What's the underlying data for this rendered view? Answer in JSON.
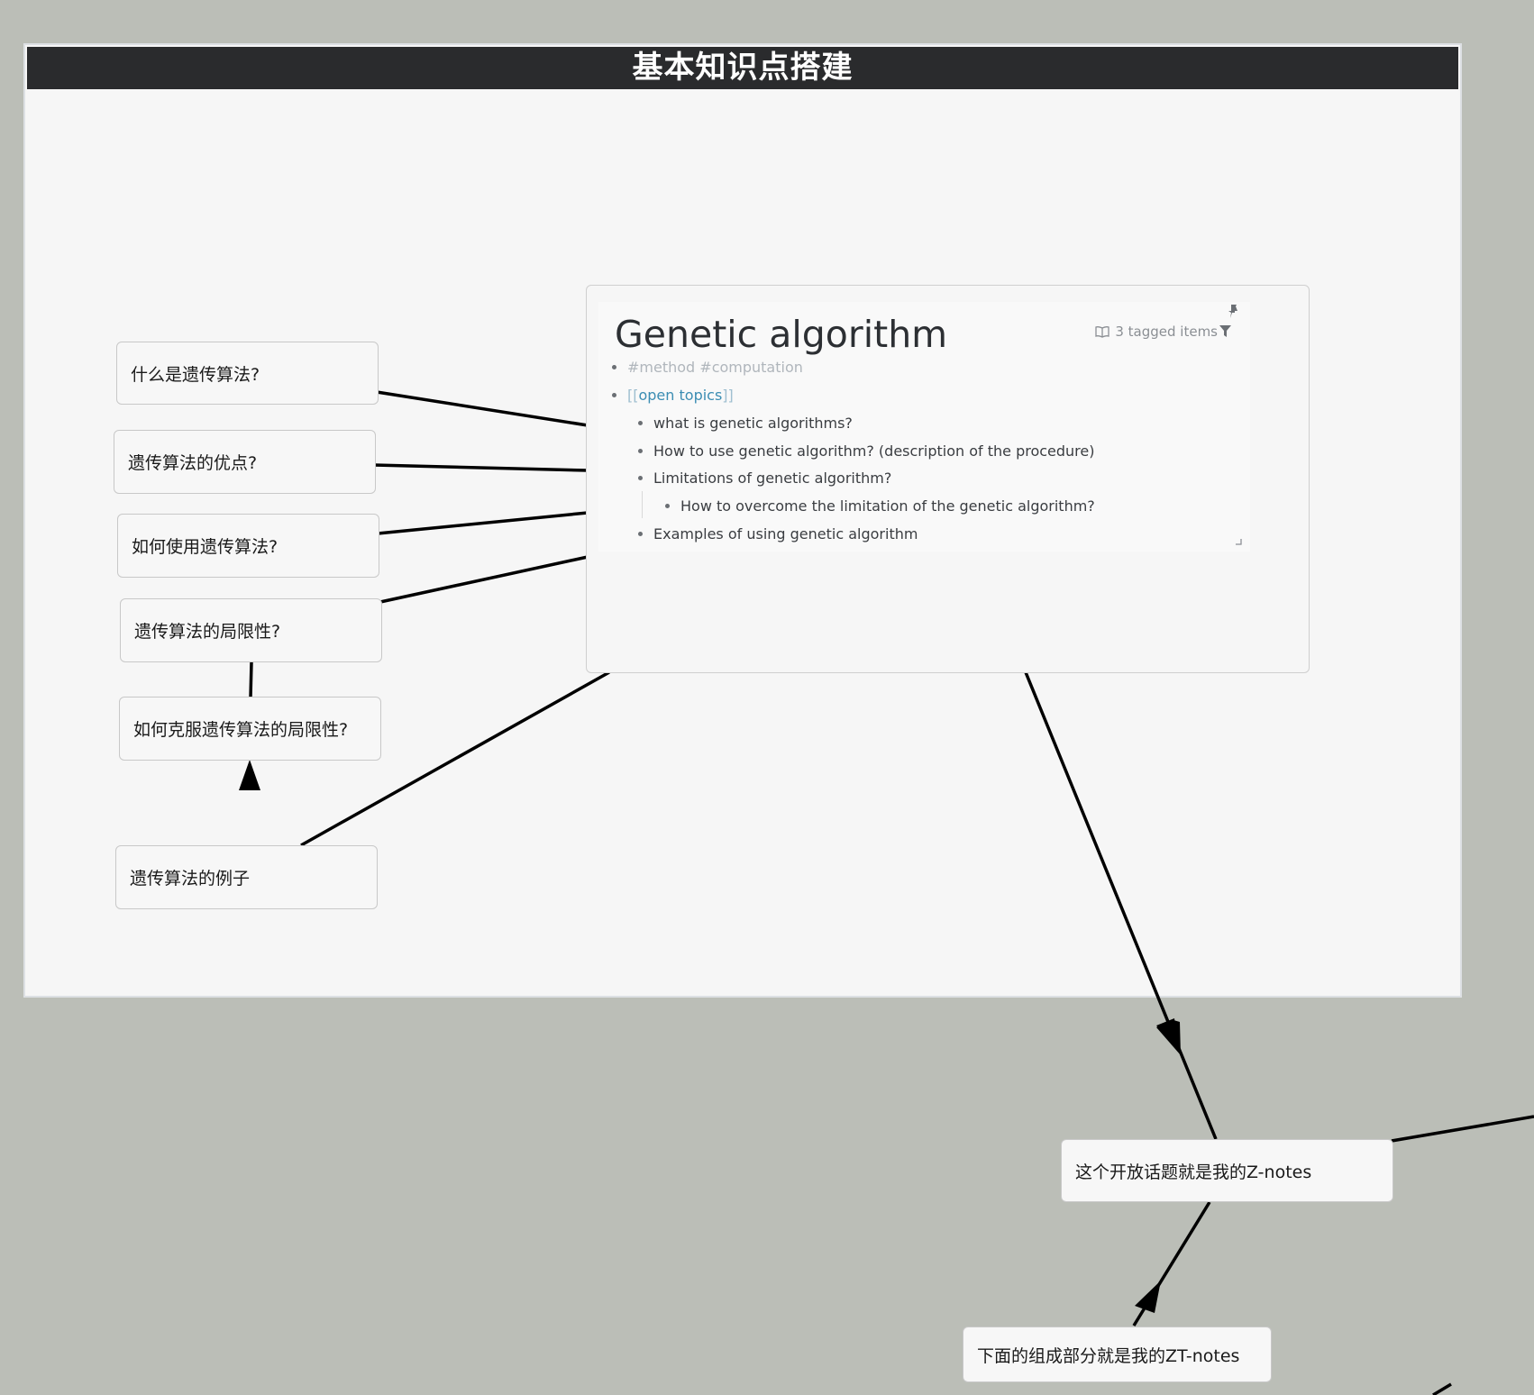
{
  "group": {
    "title": "基本知识点搭建"
  },
  "nodes": {
    "what_is": "什么是遗传算法?",
    "advantages": "遗传算法的优点?",
    "how_to_use": "如何使用遗传算法?",
    "limitations": "遗传算法的局限性?",
    "overcome": "如何克服遗传算法的局限性?",
    "examples": "遗传算法的例子",
    "z_notes": "这个开放话题就是我的Z-notes",
    "zt_notes": "下面的组成部分就是我的ZT-notes"
  },
  "card": {
    "title": "Genetic algorithm",
    "tagged_count": "3 tagged items",
    "tags": "#method #computation",
    "link_open": "[[",
    "link_text": "open topics",
    "link_close": "]]",
    "items": [
      "what is genetic algorithms?",
      "How to use genetic algorithm? (description of the procedure)",
      "Limitations of genetic algorithm?",
      "How to overcome the limitation of the genetic algorithm?",
      "Examples of using genetic algorithm"
    ]
  },
  "icons": {
    "pin": "pin-icon",
    "book": "book-icon",
    "filter": "filter-icon",
    "resize": "resize-handle-icon"
  },
  "colors": {
    "canvas_bg": "#bbbeb7",
    "group_header": "#2a2b2d",
    "link": "#3b8db3",
    "edge": "#000000"
  }
}
